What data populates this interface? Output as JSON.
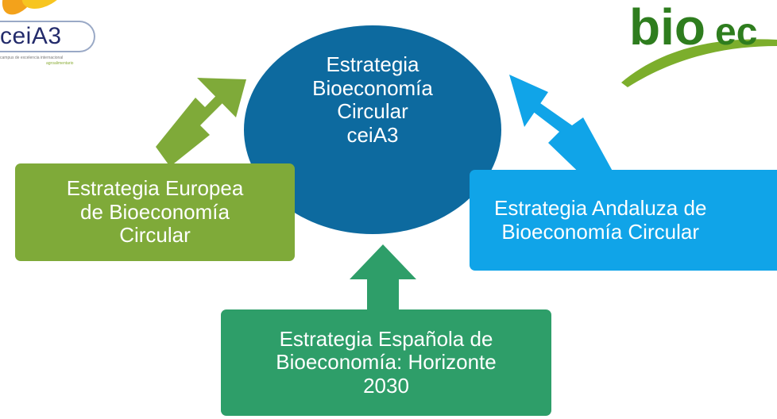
{
  "logos": {
    "left": {
      "brand_text": "ceiA3",
      "subtitle_line1": "campus de excelencia internacional",
      "subtitle_line2": "agroalimentario"
    },
    "right": {
      "brand_text": "bioec"
    }
  },
  "center": {
    "label": "Estrategia Bioeconomía Circular ceiA3",
    "lines": [
      "Estrategia",
      "Bioeconomía",
      "Circular",
      "ceiA3"
    ],
    "color": "#0d6a9f"
  },
  "boxes": {
    "european": {
      "lines": [
        "Estrategia Europea",
        "de Bioeconomía",
        "Circular"
      ],
      "color": "#7faa39"
    },
    "andalusian": {
      "lines": [
        "Estrategia Andaluza de",
        "Bioeconomía Circular"
      ],
      "color": "#10a4e8"
    },
    "spanish": {
      "lines": [
        "Estrategia Española de",
        "Bioeconomía: Horizonte",
        "2030"
      ],
      "color": "#2e9e69"
    }
  },
  "arrows": [
    {
      "from": "european",
      "to": "center",
      "color": "#7faa39"
    },
    {
      "from": "andalusian",
      "to": "center",
      "color": "#10a4e8"
    },
    {
      "from": "spanish",
      "to": "center",
      "color": "#2e9e69"
    }
  ]
}
